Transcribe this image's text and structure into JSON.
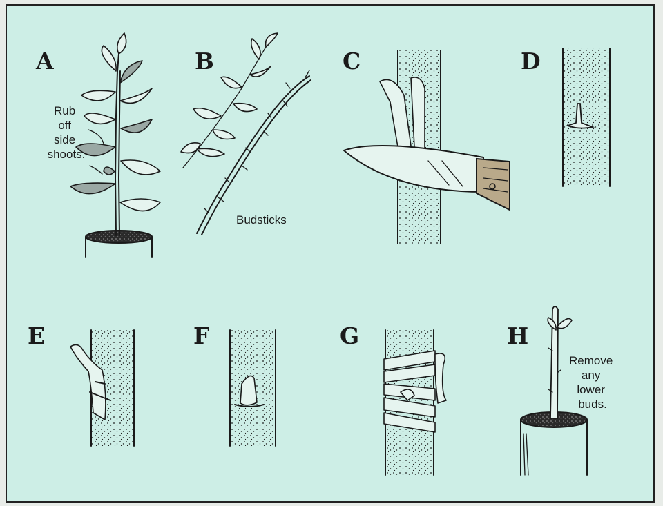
{
  "panels": {
    "a": {
      "letter": "A",
      "note_lines": [
        "Rub",
        "off",
        "side",
        "shoots."
      ]
    },
    "b": {
      "letter": "B",
      "note": "Budsticks"
    },
    "c": {
      "letter": "C"
    },
    "d": {
      "letter": "D"
    },
    "e": {
      "letter": "E"
    },
    "f": {
      "letter": "F"
    },
    "g": {
      "letter": "G"
    },
    "h": {
      "letter": "H",
      "note_lines": [
        "Remove",
        "any",
        "lower",
        "buds."
      ]
    }
  },
  "colors": {
    "background": "#cdeee6",
    "ink": "#1a1a1a",
    "border": "#222222"
  }
}
